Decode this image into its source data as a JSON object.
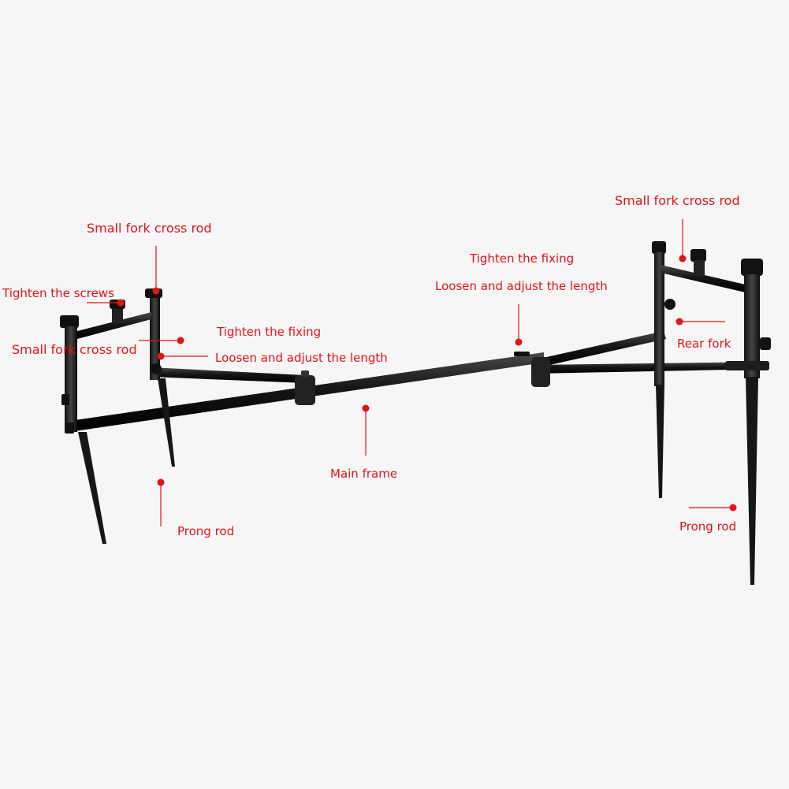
{
  "labels": {
    "small_fork_cross_rod_top_left": "Small fork cross rod",
    "tighten_screws": "Tighten the screws",
    "small_fork_cross_rod_left": "Small fork cross rod",
    "tighten_fixing_left": "Tighten the fixing",
    "loosen_adjust_left": "Loosen and adjust the length",
    "main_frame": "Main frame",
    "prong_rod_left": "Prong rod",
    "tighten_fixing_right": "Tighten the fixing",
    "loosen_adjust_right": "Loosen and adjust the length",
    "small_fork_cross_rod_right": "Small fork cross rod",
    "rear_fork": "Rear fork",
    "prong_rod_right": "Prong rod"
  },
  "colors": {
    "annotation": "#e0141b",
    "frame": "#1a1a1a",
    "background": "#f6f6f6"
  }
}
